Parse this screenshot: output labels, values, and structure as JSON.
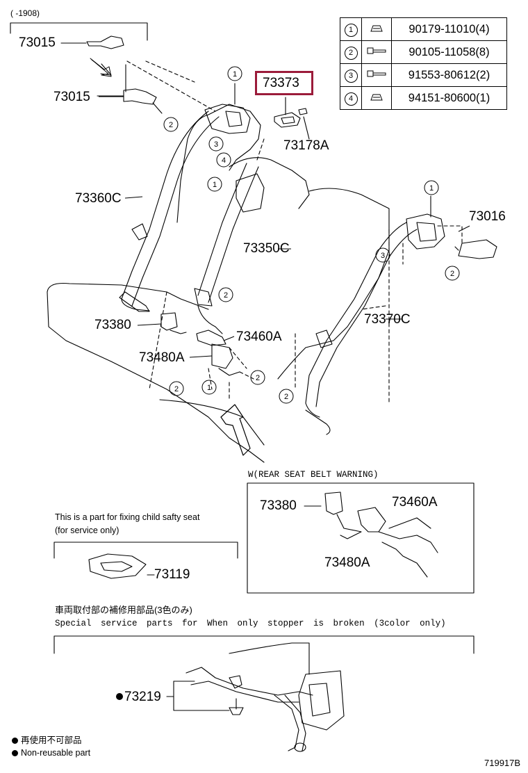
{
  "header_note": "(    -1908)",
  "highlight_color": "#9b1b3a",
  "spec_table": [
    {
      "ref": "1",
      "part": "90179-11010(4)",
      "icon": "flange-nut-icon"
    },
    {
      "ref": "2",
      "part": "90105-11058(8)",
      "icon": "flange-bolt-icon"
    },
    {
      "ref": "3",
      "part": "91553-80612(2)",
      "icon": "flange-bolt-icon"
    },
    {
      "ref": "4",
      "part": "94151-80600(1)",
      "icon": "flange-nut-icon"
    }
  ],
  "labels": {
    "p73015a": "73015",
    "p73015b": "73015",
    "p73373": "73373",
    "p73178A": "73178A",
    "p73360C": "73360C",
    "p73350C": "73350C",
    "p73016": "73016",
    "p73380": "73380",
    "p73460A": "73460A",
    "p73480A": "73480A",
    "p73370C": "73370C"
  },
  "callouts": {
    "c1": "1",
    "c2": "2",
    "c3": "3",
    "c4": "4"
  },
  "warning_box": {
    "title": "W(REAR SEAT BELT WARNING)",
    "p73380": "73380",
    "p73460A": "73460A",
    "p73480A": "73480A"
  },
  "child_seat": {
    "note_line1": "This is a part for fixing child safty seat",
    "note_line2": "(for service only)",
    "part": "73119"
  },
  "special_service": {
    "jp_note": "車両取付部の補修用部品(3色のみ)",
    "en_note": "Special service parts for When only stopper is broken (3color only)",
    "part": "73219"
  },
  "legend": {
    "jp": "再使用不可部品",
    "en": "Non-reusable part"
  },
  "figure_id": "719917B"
}
